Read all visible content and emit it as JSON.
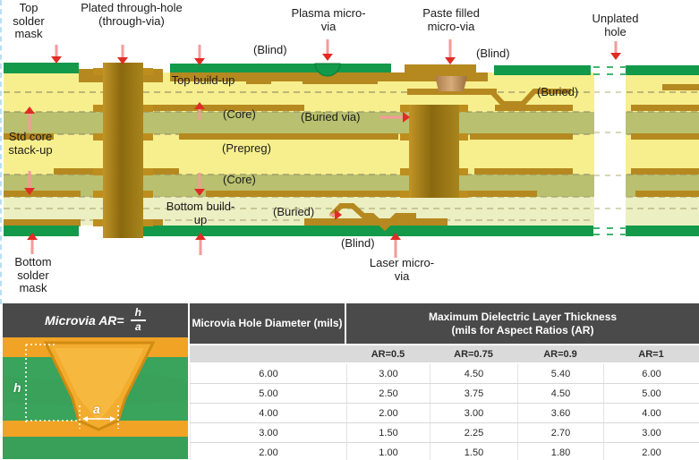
{
  "colors": {
    "solder_mask_green": "#12994a",
    "copper": "#b5891f",
    "via_barrel_dark": "#8a690f",
    "dielectric_yellow": "#f7ef8d",
    "core_olive": "#b9c06f",
    "buildup_pale": "#ecefc2",
    "arrow_red": "#e02c24",
    "table_header_bg": "#4a4a4b",
    "table_subheader_bg": "#dadada"
  },
  "diagram": {
    "labels": {
      "top_solder_mask": "Top solder mask",
      "plated_through_hole": "Plated through-hole (through-via)",
      "plasma_micro_via": "Plasma micro-via",
      "blind_plasma": "(Blind)",
      "paste_filled_micro_via": "Paste filled micro-via",
      "blind_paste": "(Blind)",
      "unplated_hole": "Unplated hole",
      "buried_top": "(Buried)",
      "top_build_up": "Top build-up",
      "core_top": "(Core)",
      "buried_via": "(Buried via)",
      "prepreg": "(Prepreg)",
      "core_bottom": "(Core)",
      "std_core_stack_up": "Std core stack-up",
      "bottom_build_up": "Bottom build-up",
      "buried_bottom": "(Buried)",
      "blind_bottom": "(Blind)",
      "laser_micro_via": "Laser micro-via",
      "bottom_solder_mask": "Bottom solder mask"
    }
  },
  "microvia_panel": {
    "formula_prefix": "Microvia AR=",
    "numerator": "h",
    "denominator": "a",
    "height_label": "h",
    "width_label": "a"
  },
  "table": {
    "col_header": "Microvia Hole Diameter (mils)",
    "span_header_line1": "Maximum Dielectric Layer Thickness",
    "span_header_line2": "(mils for Aspect Ratios (AR)",
    "ar_cols": [
      "AR=0.5",
      "AR=0.75",
      "AR=0.9",
      "AR=1"
    ],
    "rows": [
      {
        "diameter": "6.00",
        "values": [
          "3.00",
          "4.50",
          "5.40",
          "6.00"
        ]
      },
      {
        "diameter": "5.00",
        "values": [
          "2.50",
          "3.75",
          "4.50",
          "5.00"
        ]
      },
      {
        "diameter": "4.00",
        "values": [
          "2.00",
          "3.00",
          "3.60",
          "4.00"
        ]
      },
      {
        "diameter": "3.00",
        "values": [
          "1.50",
          "2.25",
          "2.70",
          "3.00"
        ]
      },
      {
        "diameter": "2.00",
        "values": [
          "1.00",
          "1.50",
          "1.80",
          "2.00"
        ]
      }
    ]
  }
}
